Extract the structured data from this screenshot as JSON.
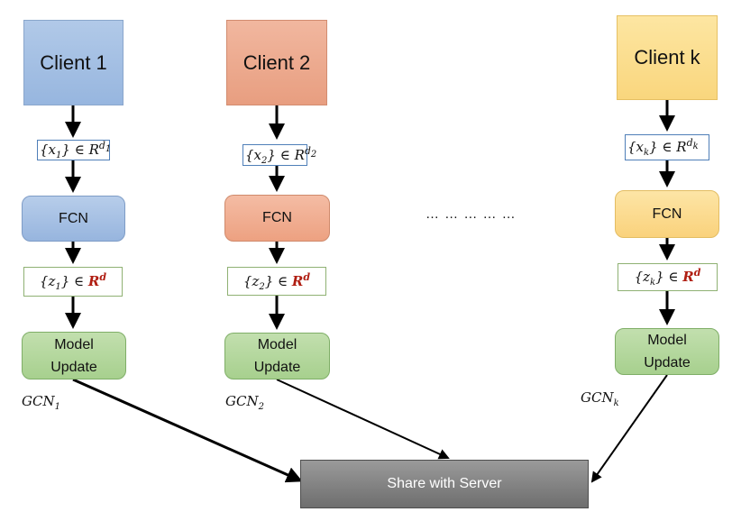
{
  "clients": [
    {
      "label": "Client 1",
      "x_sub": "1",
      "d_sub": "1",
      "gcn_sub": "1"
    },
    {
      "label": "Client 2",
      "x_sub": "2",
      "d_sub": "2",
      "gcn_sub": "2"
    },
    {
      "label": "Client k",
      "x_sub": "k",
      "d_sub": "k",
      "gcn_sub": "k"
    }
  ],
  "fcn_label": "FCN",
  "model_update_line1": "Model",
  "model_update_line2": "Update",
  "gcn_base": "GCN",
  "rd_letter": "R",
  "rd_exp": "d",
  "dots": "… … … … …",
  "server_label": "Share with Server"
}
